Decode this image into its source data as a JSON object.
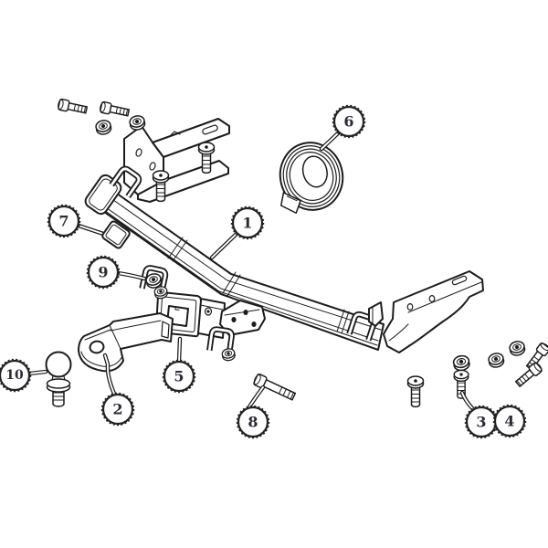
{
  "figure": {
    "kind": "exploded-parts-diagram",
    "background_color": "#ffffff",
    "line_color": "#1c1c1c",
    "callout_fill_color": "#ffffff",
    "callout_text_color": "#2b2b33",
    "callouts": [
      {
        "number": "1"
      },
      {
        "number": "2"
      },
      {
        "number": "3"
      },
      {
        "number": "4"
      },
      {
        "number": "5"
      },
      {
        "number": "6"
      },
      {
        "number": "7"
      },
      {
        "number": "8"
      },
      {
        "number": "9"
      },
      {
        "number": "10"
      }
    ]
  }
}
